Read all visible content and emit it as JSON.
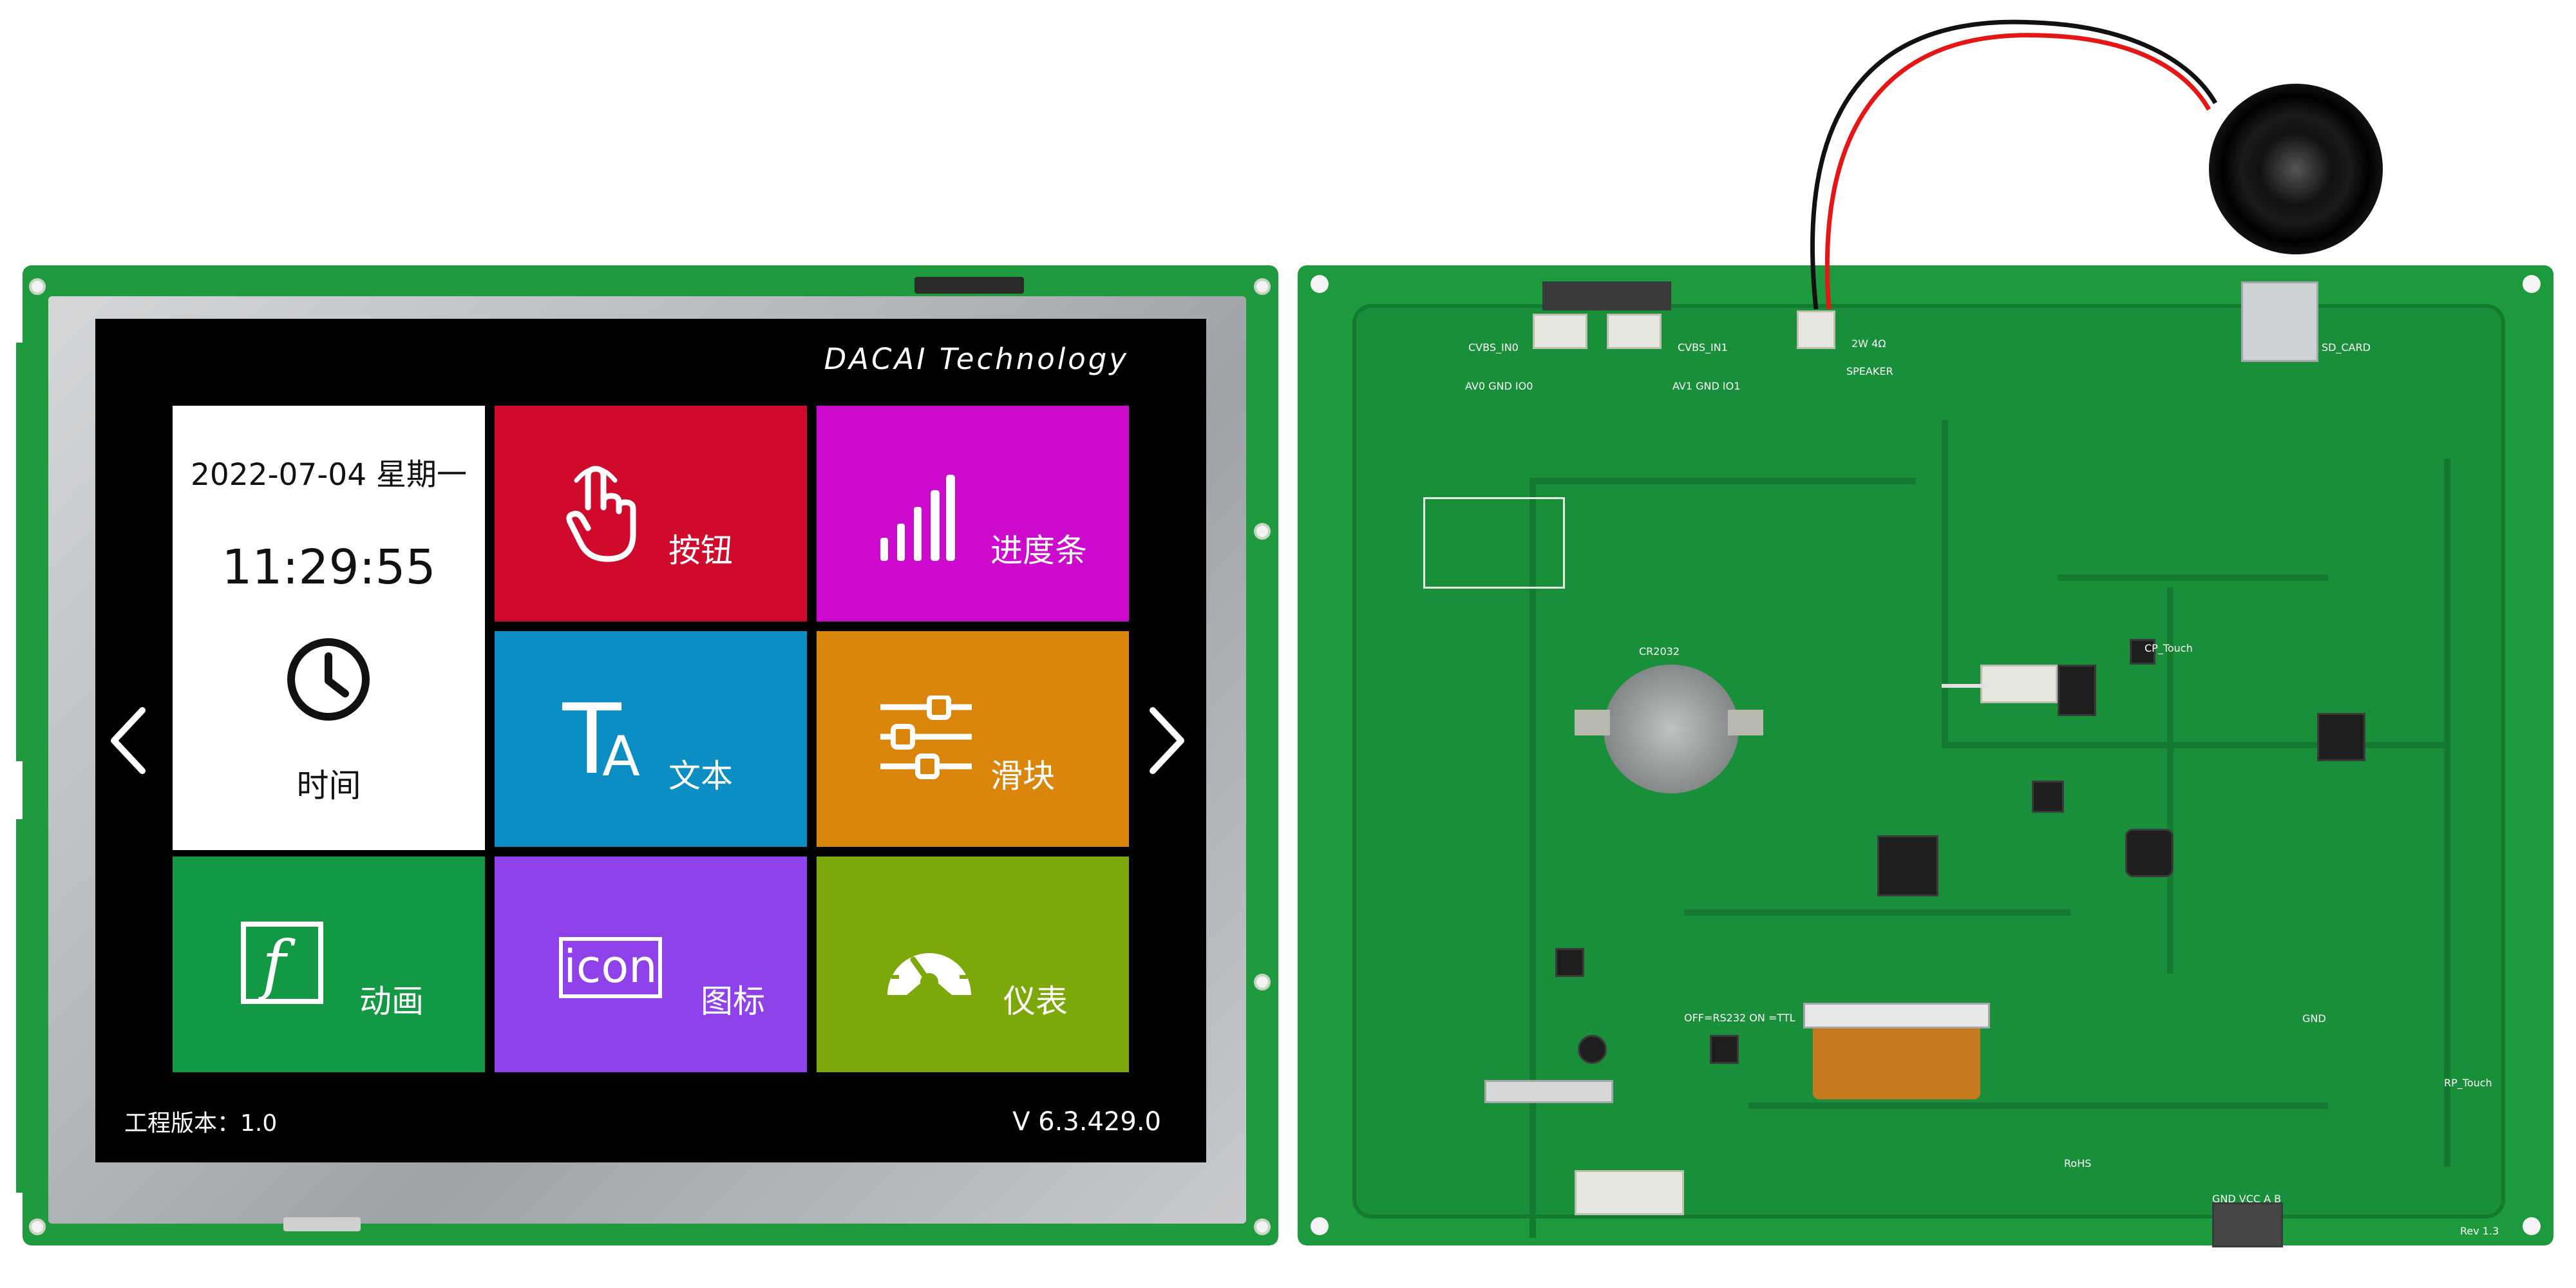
{
  "screen": {
    "brand": "DACAI  Technology",
    "date": "2022-07-04 星期一",
    "time": "11:29:55",
    "tiles": [
      {
        "id": "time",
        "label": "时间",
        "icon": "clock-icon",
        "color": "#ffffff"
      },
      {
        "id": "button",
        "label": "按钮",
        "icon": "touch-hand-icon",
        "color": "#cf0a2c"
      },
      {
        "id": "progress",
        "label": "进度条",
        "icon": "signal-bars-icon",
        "color": "#cc09cc"
      },
      {
        "id": "text",
        "label": "文本",
        "icon": "text-ta-icon",
        "color": "#0a8ec4"
      },
      {
        "id": "slider",
        "label": "滑块",
        "icon": "sliders-icon",
        "color": "#d9860a"
      },
      {
        "id": "animation",
        "label": "动画",
        "icon": "flash-icon",
        "color": "#139844"
      },
      {
        "id": "icon",
        "label": "图标",
        "icon": "icon-text-icon",
        "color": "#8f42e9"
      },
      {
        "id": "meter",
        "label": "仪表",
        "icon": "gauge-icon",
        "color": "#7ca80a"
      }
    ],
    "icon_tile_text": "icon",
    "text_tile_glyph": "TA",
    "prev_arrow": "chevron-left-icon",
    "next_arrow": "chevron-right-icon",
    "footer_left": "工程版本：1.0",
    "footer_right": "V  6.3.429.0"
  },
  "pcb": {
    "labels": {
      "cvbs_in0": "CVBS_IN0",
      "cvbs_in1": "CVBS_IN1",
      "av0": "AV0 GND IO0",
      "av1": "AV1 GND IO1",
      "speaker": "SPEAKER",
      "speaker_spec": "2W 4Ω",
      "sd_card": "SD_CARD",
      "cr2032": "CR2032",
      "cp_touch": "CP_Touch",
      "rp_touch": "RP_Touch",
      "uart": "OFF=RS232\nON =TTL",
      "gnd_row": "GND VCC A  B",
      "rev": "Rev 1.3",
      "rohs": "RoHS",
      "gnd": "GND"
    }
  }
}
